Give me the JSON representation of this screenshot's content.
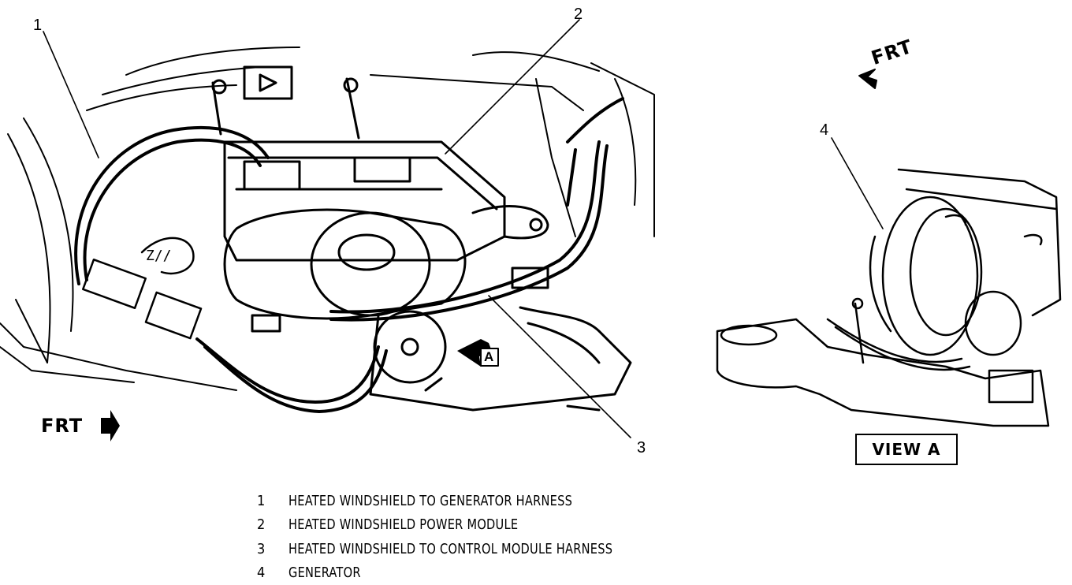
{
  "diagram": {
    "callouts": [
      "1",
      "2",
      "3",
      "4"
    ],
    "front_label_main": "FRT",
    "front_label_view": "FRT",
    "view_marker": "A",
    "view_title": "VIEW A"
  },
  "legend": [
    {
      "num": "1",
      "text": "HEATED WINDSHIELD TO GENERATOR HARNESS"
    },
    {
      "num": "2",
      "text": "HEATED WINDSHIELD POWER MODULE"
    },
    {
      "num": "3",
      "text": "HEATED WINDSHIELD TO CONTROL MODULE HARNESS"
    },
    {
      "num": "4",
      "text": "GENERATOR"
    }
  ]
}
